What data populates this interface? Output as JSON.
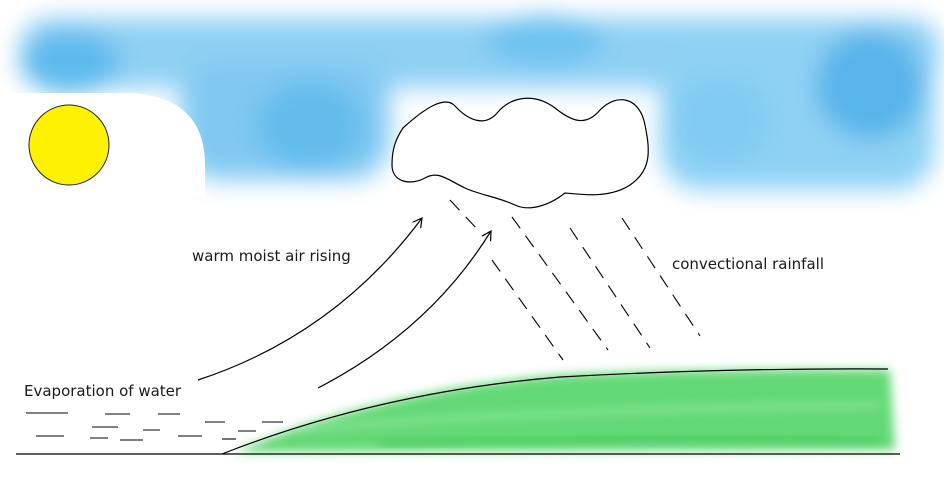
{
  "labels": {
    "warm_air": "warm moist air rising",
    "rainfall": "convectional rainfall",
    "evaporation": "Evaporation of water"
  },
  "icons": {
    "sun": "sun-icon",
    "cloud": "cloud-icon",
    "arrow": "arrow-up-icon"
  },
  "colors": {
    "sky": "#4db3ec",
    "sun": "#fff200",
    "land": "#3fcf54",
    "ink": "#000000"
  }
}
